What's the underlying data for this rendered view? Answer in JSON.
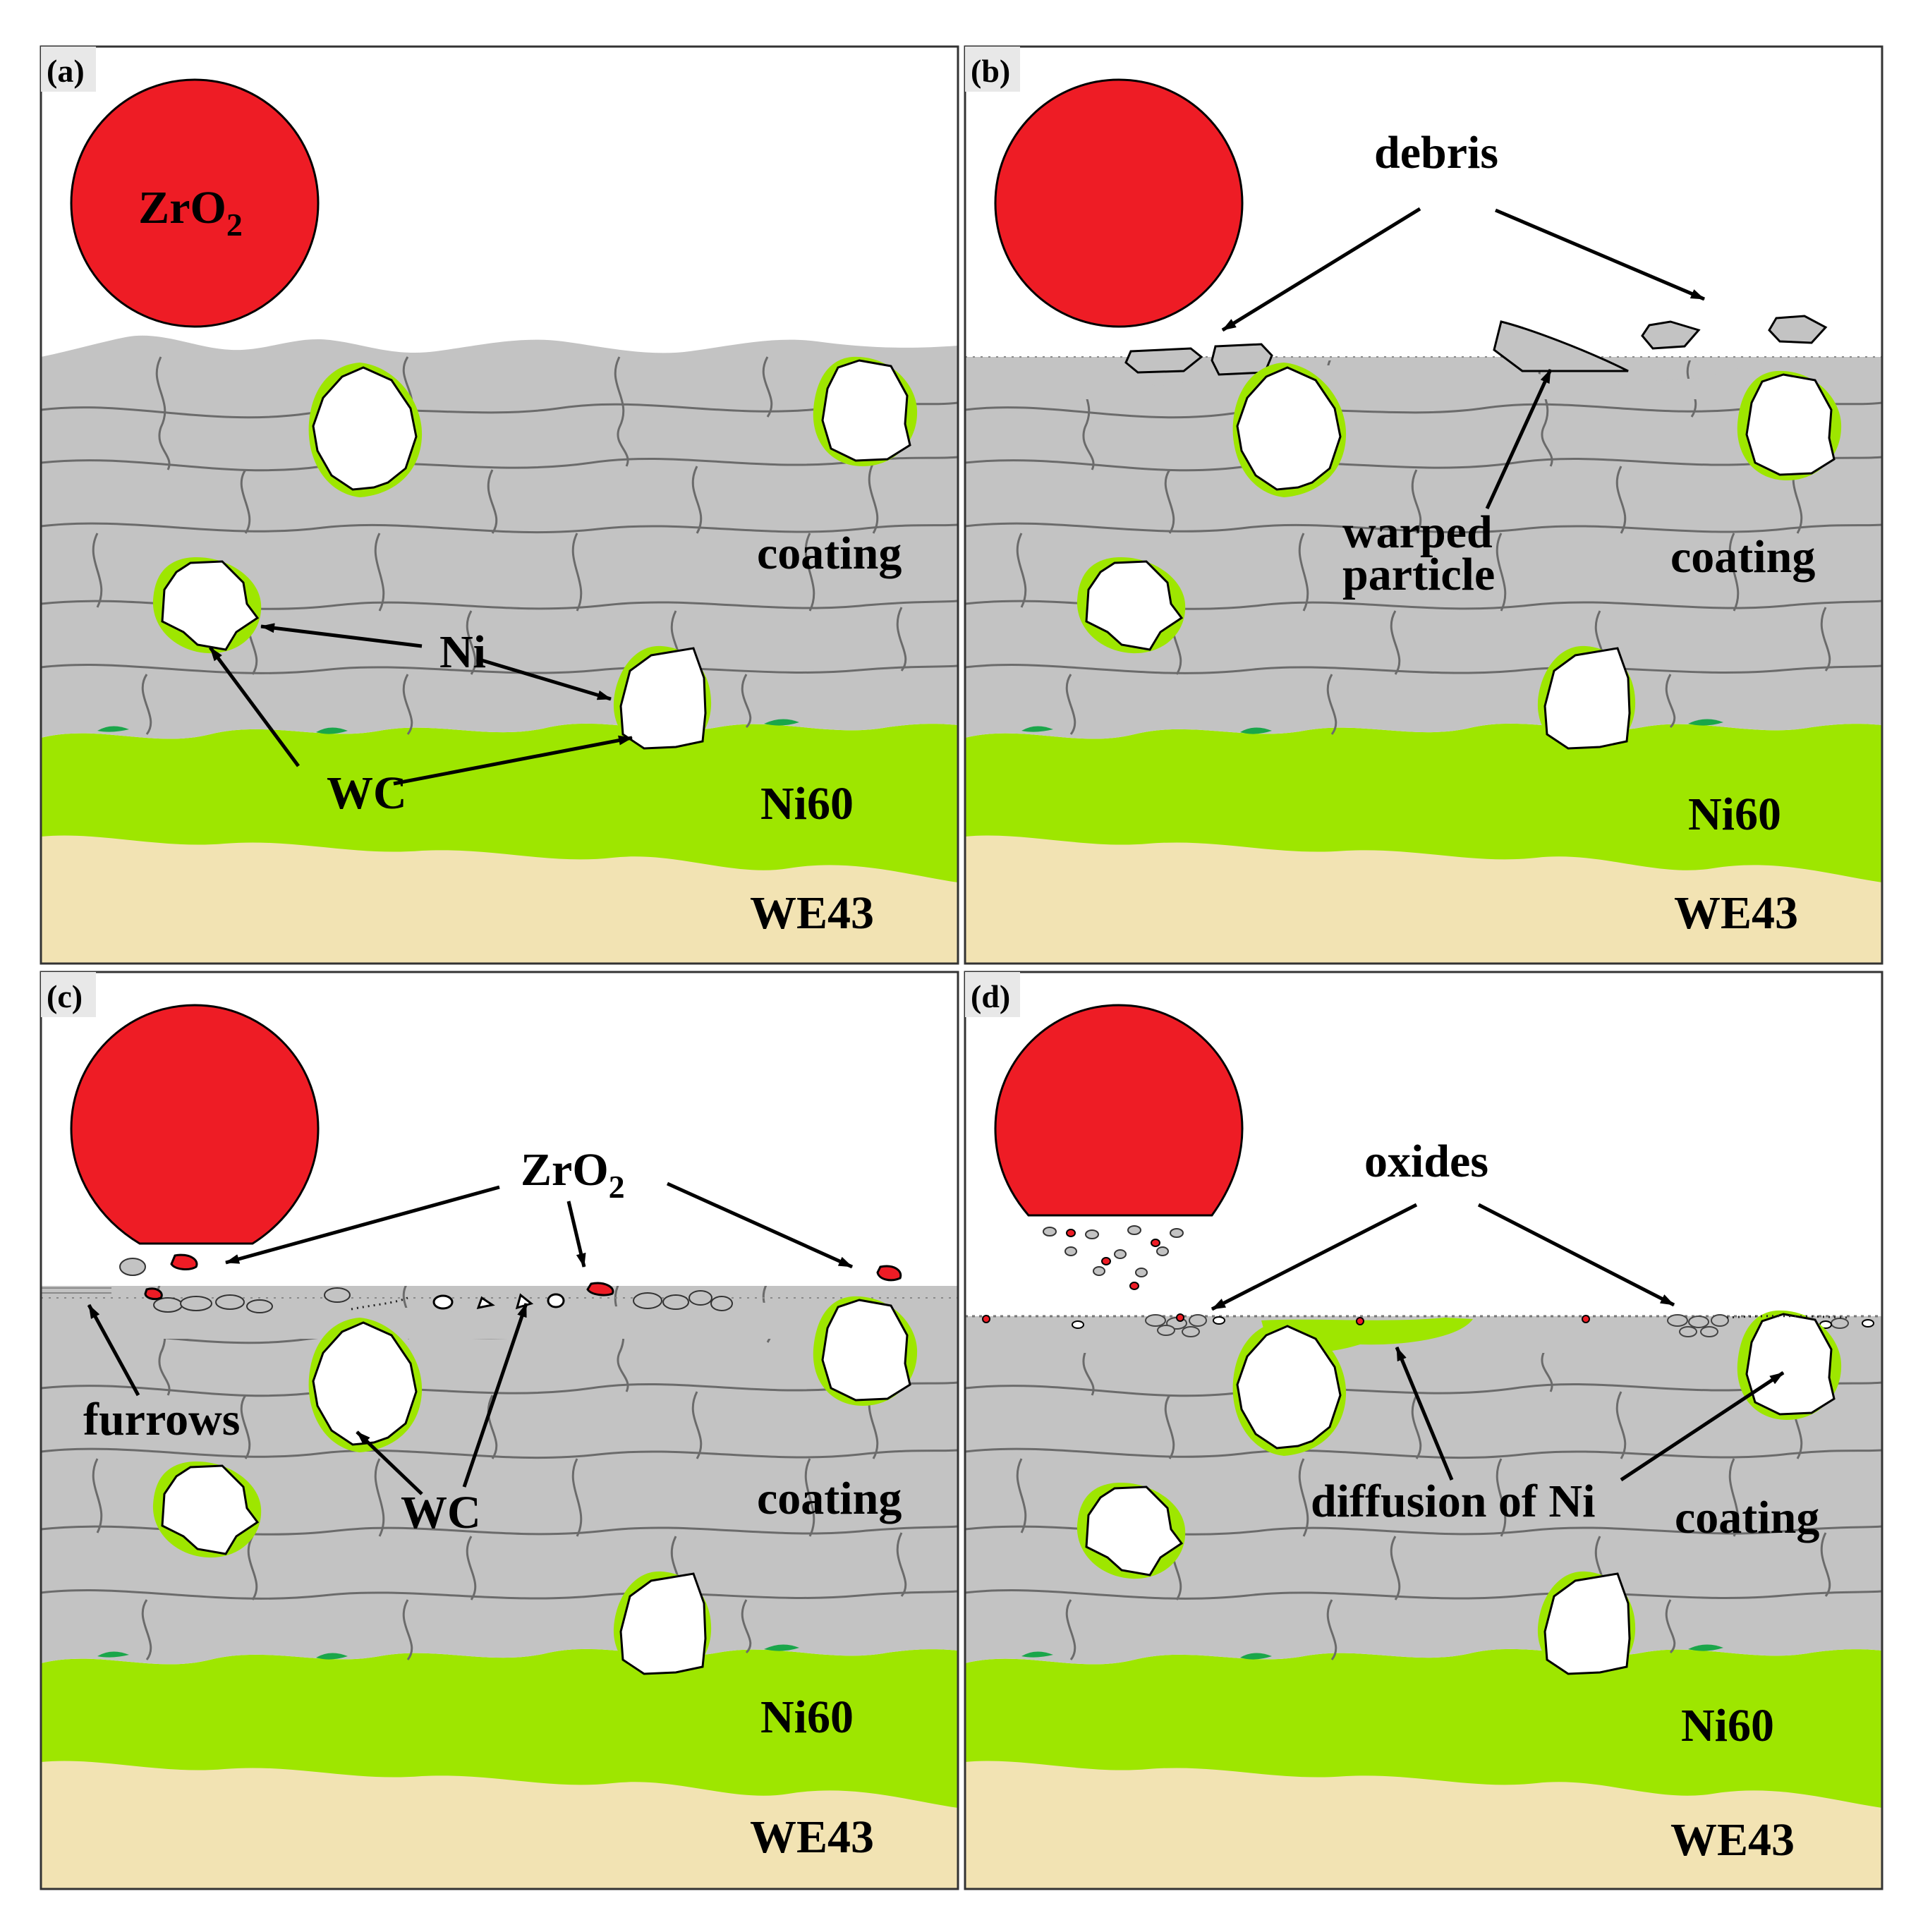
{
  "colors": {
    "ball": "#ee1c25",
    "coating": "#c3c3c3",
    "ni_layer": "#9ee600",
    "ni_dark": "#1aa64a",
    "substrate": "#f2e3b3",
    "wc_particle": "#ffffff",
    "outline": "#333333"
  },
  "panels": [
    {
      "tag": "(a)",
      "ball_label": {
        "main": "ZrO",
        "sub": "2"
      },
      "labels": [
        "Ni",
        "WC"
      ],
      "coating_label": "coating",
      "middle_label": "Ni60",
      "substrate_label": "WE43"
    },
    {
      "tag": "(b)",
      "labels": [
        "debris",
        "warped",
        "particle"
      ],
      "coating_label": "coating",
      "middle_label": "Ni60",
      "substrate_label": "WE43"
    },
    {
      "tag": "(c)",
      "labels": [
        "furrows",
        "WC"
      ],
      "callout": {
        "main": "ZrO",
        "sub": "2"
      },
      "coating_label": "coating",
      "middle_label": "Ni60",
      "substrate_label": "WE43"
    },
    {
      "tag": "(d)",
      "labels": [
        "oxides",
        "diffusion of Ni"
      ],
      "coating_label": "coating",
      "middle_label": "Ni60",
      "substrate_label": "WE43"
    }
  ]
}
